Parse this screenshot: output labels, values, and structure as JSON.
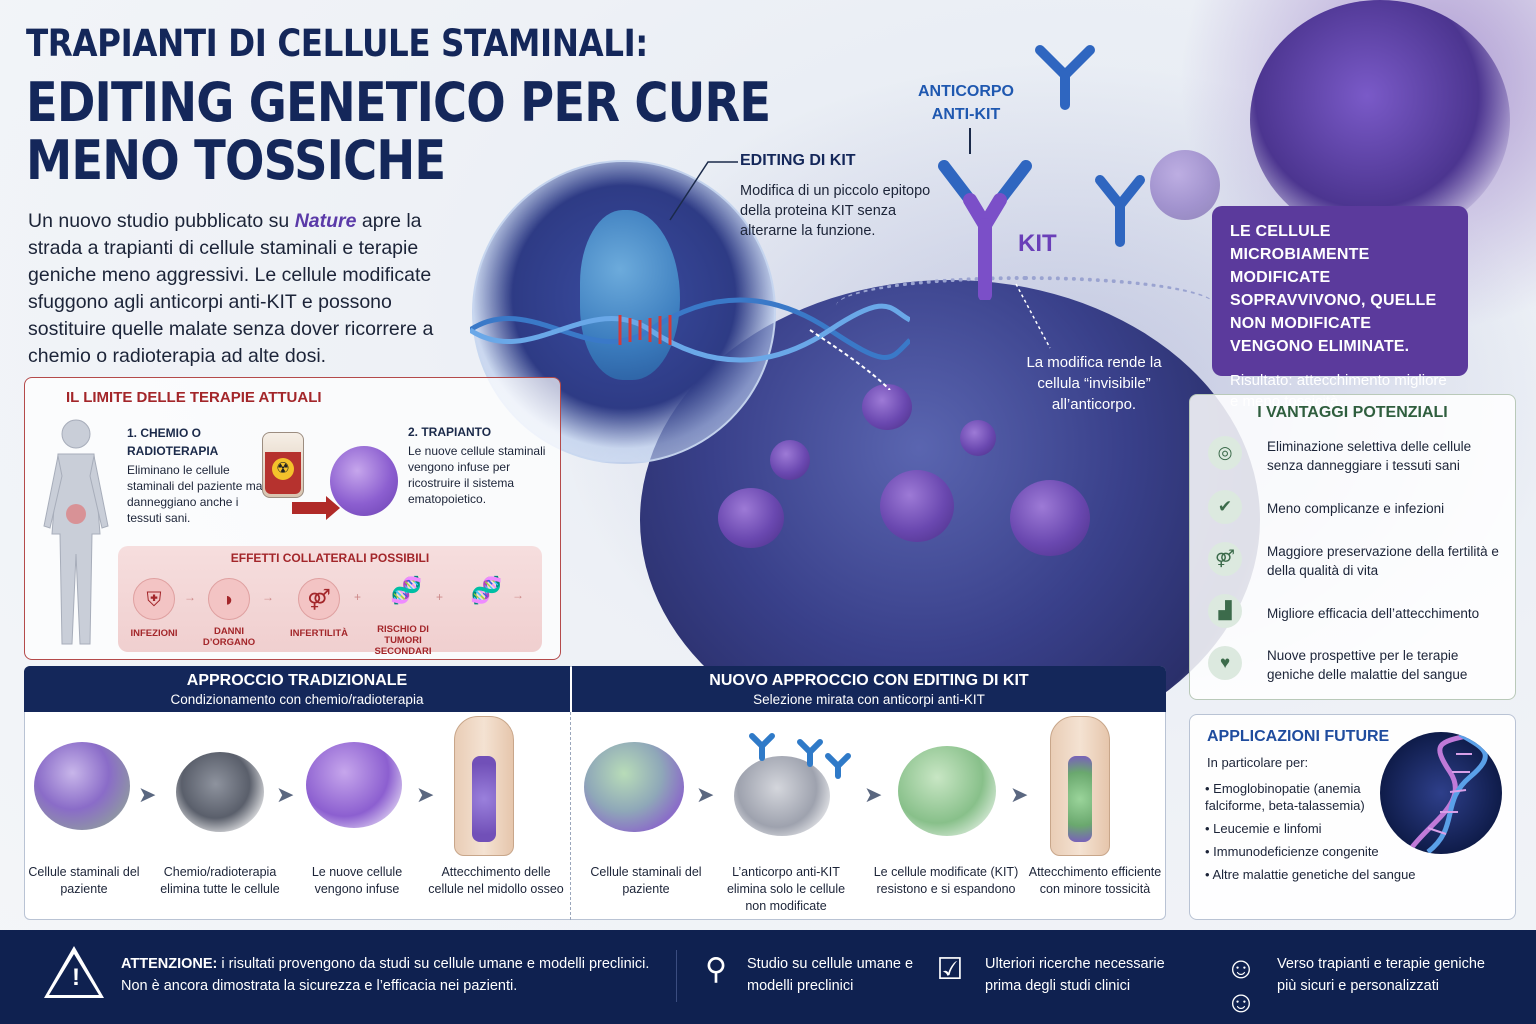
{
  "header": {
    "title_line1": "TRAPIANTI DI CELLULE STAMINALI:",
    "title_line2a": "EDITING GENETICO PER CURE",
    "title_line2b": "MENO TOSSICHE"
  },
  "intro": {
    "pre": "Un nuovo studio pubblicato su ",
    "journal": "Nature",
    "post": " apre la strada a trapianti di cellule staminali e terapie geniche meno aggressivi. Le cellule modificate sfuggono agli anticorpi anti-KIT e possono sostituire quelle malate senza dover ricorrere a chemio o radioterapia ad alte dosi."
  },
  "hero": {
    "kit_edit_title": "EDITING DI KIT",
    "kit_edit_text": "Modifica di un piccolo epitopo della proteina KIT senza alterarne la funzione.",
    "antibody_line1": "ANTICORPO",
    "antibody_line2": "ANTI-KIT",
    "kit_label": "KIT",
    "invisible_text": "La modifica rende la cellula “invisibile” all’anticorpo."
  },
  "result_box": {
    "heading": "LE CELLULE MICROBIAMENTE MODIFICATE SOPRAVVIVONO, QUELLE NON MODIFICATE VENGONO ELIMINATE.",
    "result": "Risultato: attecchimento migliore e meno tossicità."
  },
  "limits": {
    "title": "IL LIMITE DELLE TERAPIE ATTUALI",
    "step1_title": "1. CHEMIO O RADIOTERAPIA",
    "step1_text": "Eliminano le cellule staminali del paziente ma danneggiano anche i tessuti sani.",
    "step2_title": "2. TRAPIANTO",
    "step2_text": "Le nuove cellule staminali vengono infuse per ricostruire il sistema ematopoietico.",
    "side_effects_title": "EFFETTI COLLATERALI POSSIBILI",
    "side_effects": [
      {
        "label": "INFEZIONI",
        "icon": "shield-virus-icon"
      },
      {
        "label": "DANNI D’ORGANO",
        "icon": "liver-icon"
      },
      {
        "label": "INFERTILITÀ",
        "icon": "gender-icon"
      },
      {
        "label": "RISCHIO DI TUMORI SECONDARI",
        "icon": "dna-icon"
      }
    ]
  },
  "traditional": {
    "title": "APPROCCIO TRADIZIONALE",
    "subtitle": "Condizionamento con chemio/radioterapia",
    "steps": [
      "Cellule staminali del paziente",
      "Chemio/radioterapia elimina tutte le cellule",
      "Le nuove cellule vengono infuse",
      "Attecchimento delle cellule nel midollo osseo"
    ]
  },
  "new_approach": {
    "title": "NUOVO APPROCCIO CON EDITING DI KIT",
    "subtitle": "Selezione mirata con anticorpi anti-KIT",
    "steps": [
      "Cellule staminali del paziente",
      "L’anticorpo anti-KIT elimina solo le cellule non modificate",
      "Le cellule modificate (KIT) resistono e si espandono",
      "Attecchimento efficiente con minore tossicità"
    ]
  },
  "advantages": {
    "title": "I VANTAGGI POTENZIALI",
    "items": [
      {
        "text": "Eliminazione selettiva delle cellule senza danneggiare i tessuti sani",
        "icon": "target-icon"
      },
      {
        "text": "Meno complicanze e infezioni",
        "icon": "shield-check-icon"
      },
      {
        "text": "Maggiore preservazione della fertilità e della qualità di vita",
        "icon": "gender-icon"
      },
      {
        "text": "Migliore efficacia dell’attecchimento",
        "icon": "growth-chart-icon"
      },
      {
        "text": "Nuove prospettive per le terapie geniche delle malattie del sangue",
        "icon": "heart-hand-icon"
      }
    ]
  },
  "applications": {
    "title": "APPLICAZIONI FUTURE",
    "intro": "In particolare per:",
    "items": [
      "Emoglobinopatie (anemia falciforme, beta-talassemia)",
      "Leucemie e linfomi",
      "Immunodeficienze congenite",
      "Altre malattie genetiche del sangue"
    ]
  },
  "footer": {
    "warn_bold": "ATTENZIONE:",
    "warn_text": " i risultati provengono da studi su cellule umane e modelli preclinici. Non è ancora dimostrata la sicurezza e l’efficacia nei pazienti.",
    "item1": "Studio su cellule umane e modelli preclinici",
    "item2": "Ulteriori ricerche necessarie prima degli studi clinici",
    "item3": "Verso trapianti e terapie geniche più sicuri e personalizzati"
  },
  "colors": {
    "navy": "#14275a",
    "purple": "#5b3a9c",
    "red": "#a3262a",
    "green": "#2f5e3e",
    "blue": "#1f4c9e"
  }
}
